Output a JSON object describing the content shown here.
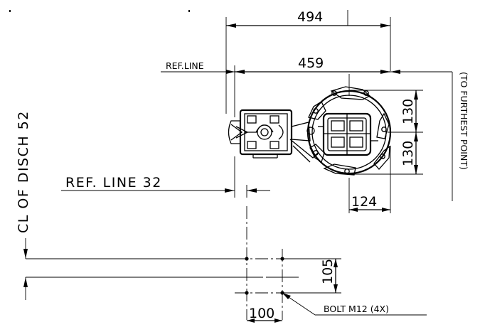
{
  "dimensions": {
    "overall_width": "494",
    "ref_to_center": "459",
    "upper_offset": "130",
    "lower_offset": "130",
    "bolt_to_center": "124",
    "bolt_spacing_vertical": "105",
    "bolt_spacing_horizontal": "100"
  },
  "labels": {
    "ref_line": "REF.LINE",
    "ref_line_32": "REF. LINE 32",
    "cl_of_disch": "CL OF DISCH 52",
    "to_furthest_point": "(TO FURTHEST POINT)",
    "bolt_callout": "BOLT M12 (4X)"
  }
}
